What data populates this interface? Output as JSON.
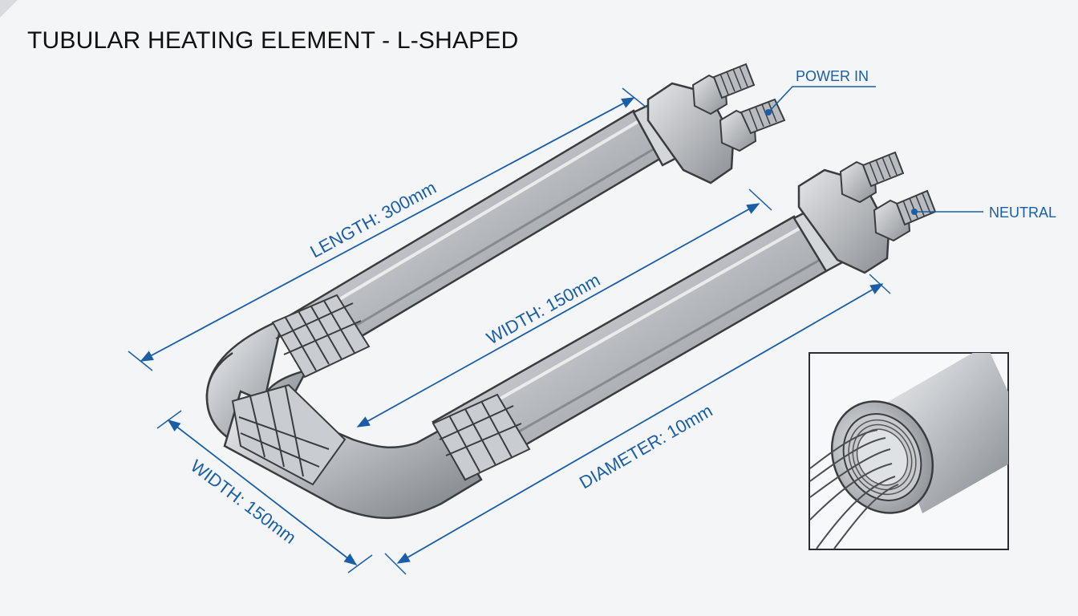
{
  "title": "TUBULAR HEATING ELEMENT - L-SHAPED",
  "dimensions": {
    "length": "LENGTH: 300mm",
    "width_inner": "WIDTH: 150mm",
    "width_outer": "WIDTH: 150mm",
    "diameter": "DIAMETER: 10mm"
  },
  "callouts": {
    "power_in": "POWER IN",
    "neutral": "NEUTRAL"
  },
  "colors": {
    "dimension_blue": "#1a5ea8",
    "steel_light": "#eef0f2",
    "steel_mid": "#b9bdc2",
    "steel_dark": "#6e7378",
    "outline": "#3a3d40"
  }
}
